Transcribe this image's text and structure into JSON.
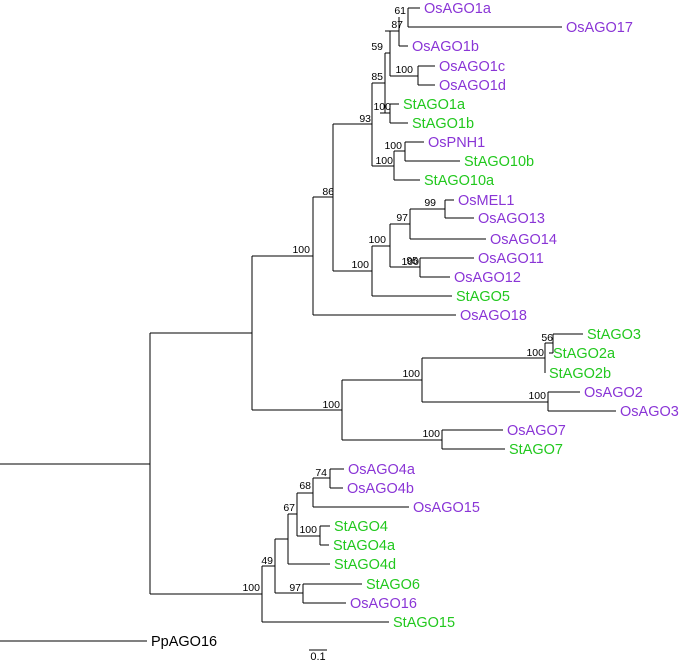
{
  "colors": {
    "rice": "#8a35d6",
    "potato": "#22c81e",
    "moss": "#000000"
  },
  "scale_bar_label": "0.1",
  "leaves": [
    {
      "label": "OsAGO1a",
      "group": "rice"
    },
    {
      "label": "OsAGO17",
      "group": "rice"
    },
    {
      "label": "OsAGO1b",
      "group": "rice"
    },
    {
      "label": "OsAGO1c",
      "group": "rice"
    },
    {
      "label": "OsAGO1d",
      "group": "rice"
    },
    {
      "label": "StAGO1a",
      "group": "potato"
    },
    {
      "label": "StAGO1b",
      "group": "potato"
    },
    {
      "label": "OsPNH1",
      "group": "rice"
    },
    {
      "label": "StAGO10b",
      "group": "potato"
    },
    {
      "label": "StAGO10a",
      "group": "potato"
    },
    {
      "label": "OsMEL1",
      "group": "rice"
    },
    {
      "label": "OsAGO13",
      "group": "rice"
    },
    {
      "label": "OsAGO14",
      "group": "rice"
    },
    {
      "label": "OsAGO11",
      "group": "rice"
    },
    {
      "label": "OsAGO12",
      "group": "rice"
    },
    {
      "label": "StAGO5",
      "group": "potato"
    },
    {
      "label": "OsAGO18",
      "group": "rice"
    },
    {
      "label": "StAGO3",
      "group": "potato"
    },
    {
      "label": "StAGO2a",
      "group": "potato"
    },
    {
      "label": "StAGO2b",
      "group": "potato"
    },
    {
      "label": "OsAGO2",
      "group": "rice"
    },
    {
      "label": "OsAGO3",
      "group": "rice"
    },
    {
      "label": "OsAGO7",
      "group": "rice"
    },
    {
      "label": "StAGO7",
      "group": "potato"
    },
    {
      "label": "OsAGO4a",
      "group": "rice"
    },
    {
      "label": "OsAGO4b",
      "group": "rice"
    },
    {
      "label": "OsAGO15",
      "group": "rice"
    },
    {
      "label": "StAGO4",
      "group": "potato"
    },
    {
      "label": "StAGO4a",
      "group": "potato"
    },
    {
      "label": "StAGO4d",
      "group": "potato"
    },
    {
      "label": "StAGO6",
      "group": "potato"
    },
    {
      "label": "OsAGO16",
      "group": "rice"
    },
    {
      "label": "StAGO15",
      "group": "potato"
    },
    {
      "label": "PpAGO16",
      "group": "moss"
    }
  ],
  "support_values": [
    "61",
    "87",
    "59",
    "100",
    "85",
    "100",
    "93",
    "100",
    "100",
    "86",
    "100",
    "99",
    "97",
    "100",
    "95",
    "100",
    "100",
    "56",
    "100",
    "100",
    "100",
    "100",
    "100",
    "74",
    "68",
    "100",
    "67",
    "97",
    "49",
    "100"
  ]
}
